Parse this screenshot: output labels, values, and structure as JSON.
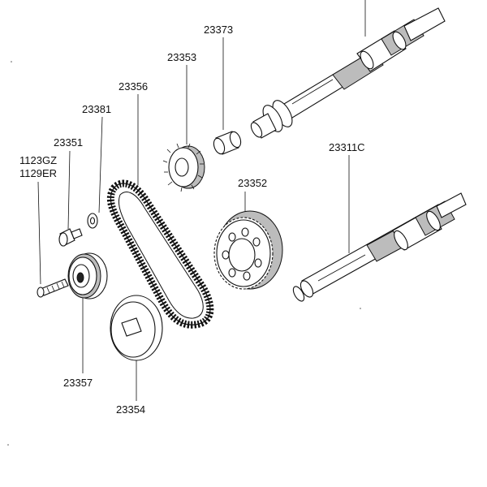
{
  "labels": {
    "p23373": "23373",
    "p23353": "23353",
    "p23356": "23356",
    "p23381": "23381",
    "p23351": "23351",
    "p1123gz": "1123GZ",
    "p1129er": "1129ER",
    "p23352": "23352",
    "p23311c": "23311C",
    "p23357": "23357",
    "p23354": "23354"
  }
}
